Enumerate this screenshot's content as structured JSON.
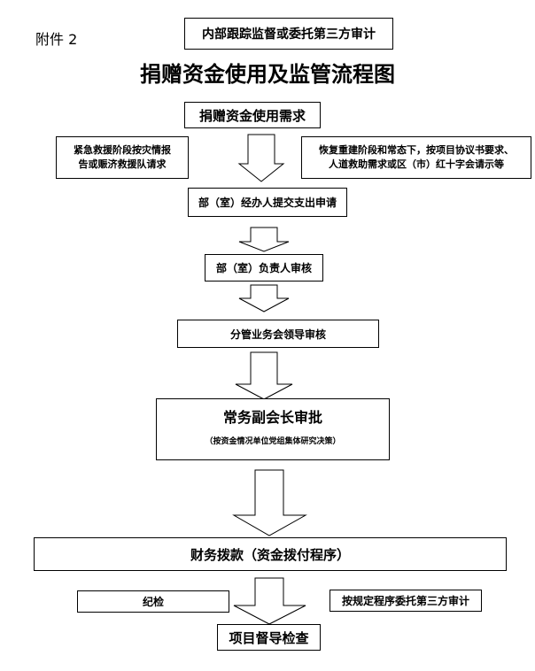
{
  "attachment_label": "附件 2",
  "top_box": "内部跟踪监督或委托第三方审计",
  "title": "捐赠资金使用及监管流程图",
  "nodes": {
    "demand": "捐赠资金使用需求",
    "emergency": [
      "紧急救援阶段按灾情报",
      "告或赈济救援队请求"
    ],
    "recovery": [
      "恢复重建阶段和常态下，按项目协议书要求、",
      "人道救助需求或区（市）红十字会请示等"
    ],
    "apply": "部（室）经办人提交支出申请",
    "dept_review": "部（室）负责人审核",
    "leader_review": "分管业务会领导审核",
    "vp_approve": "常务副会长审批",
    "vp_note": "（按资金情况单位党组集体研究决策）",
    "payment": "财务拨款（资金拨付程序）",
    "discipline": "纪检",
    "third_party": "按规定程序委托第三方审计",
    "inspection": "项目督导检查"
  }
}
